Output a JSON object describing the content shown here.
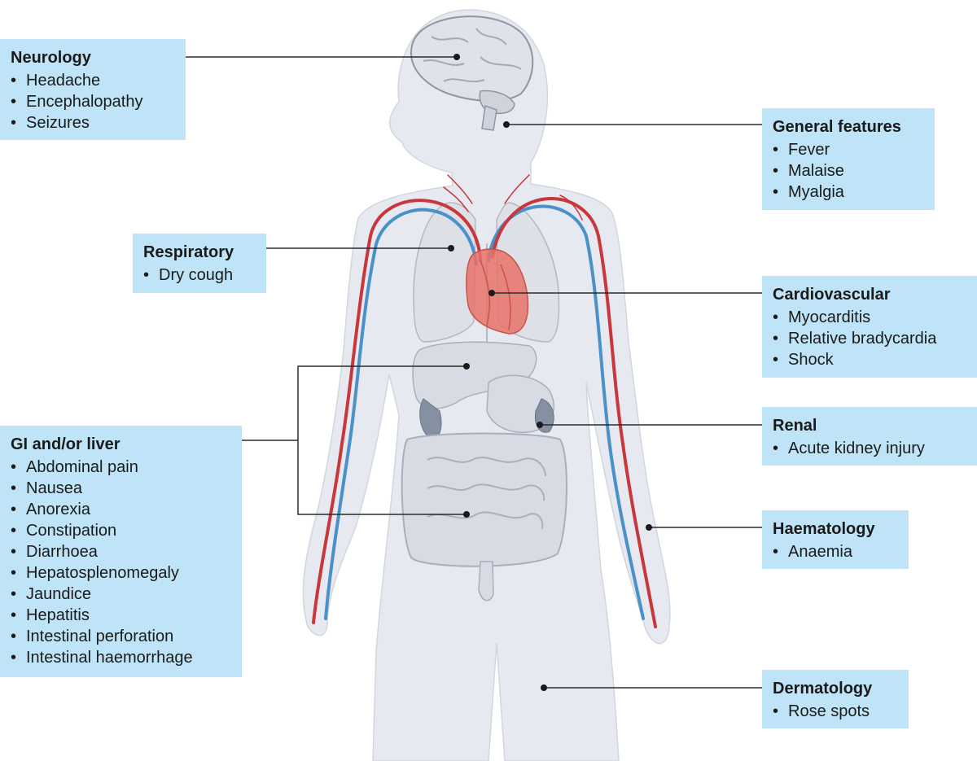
{
  "groups": {
    "neurology": {
      "title": "Neurology",
      "items": [
        "Headache",
        "Encephalopathy",
        "Seizures"
      ]
    },
    "general": {
      "title": "General features",
      "items": [
        "Fever",
        "Malaise",
        "Myalgia"
      ]
    },
    "respiratory": {
      "title": "Respiratory",
      "items": [
        "Dry cough"
      ]
    },
    "cardiovascular": {
      "title": "Cardiovascular",
      "items": [
        "Myocarditis",
        "Relative bradycardia",
        "Shock"
      ]
    },
    "renal": {
      "title": "Renal",
      "items": [
        "Acute kidney injury"
      ]
    },
    "gi": {
      "title": "GI and/or liver",
      "items": [
        "Abdominal pain",
        "Nausea",
        "Anorexia",
        "Constipation",
        "Diarrhoea",
        "Hepatosplenomegaly",
        "Jaundice",
        "Hepatitis",
        "Intestinal perforation",
        "Intestinal haemorrhage"
      ]
    },
    "haematology": {
      "title": "Haematology",
      "items": [
        "Anaemia"
      ]
    },
    "dermatology": {
      "title": "Dermatology",
      "items": [
        "Rose spots"
      ]
    }
  },
  "colors": {
    "box_fill": "#bfe4f7",
    "body_fill": "#e6e9ef",
    "organ_fill": "#d7dbe3",
    "organ_stroke": "#a9afbb",
    "heart": "#e8726a",
    "artery": "#c8373b",
    "vein": "#4a90c9",
    "kidney": "#8690a3",
    "leader_line": "#2b2b2b"
  }
}
